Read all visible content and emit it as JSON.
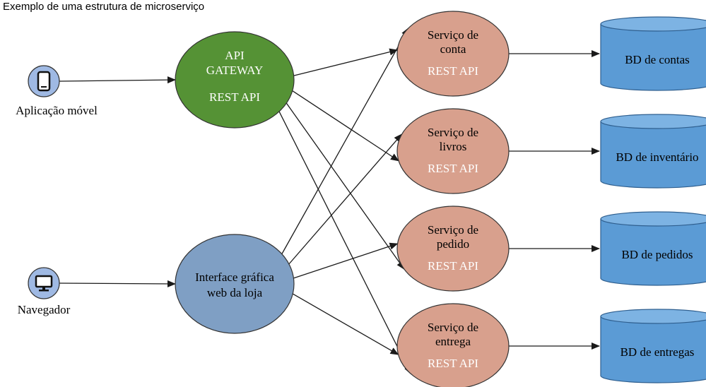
{
  "caption": "Exemplo de uma estrutura de microserviço",
  "colors": {
    "device": "#9fb9e3",
    "gateway": "#559235",
    "webui": "#7f9fc4",
    "service": "#d8a08d",
    "database": "#5b9bd5",
    "edge": "#1a1a1a"
  },
  "clients": [
    {
      "id": "mobile",
      "label": "Aplicação móvel",
      "icon": "mobile-phone-icon"
    },
    {
      "id": "browser",
      "label": "Navegador",
      "icon": "desktop-monitor-icon"
    }
  ],
  "hubs": [
    {
      "id": "gateway",
      "lines": [
        "API",
        "GATEWAY"
      ],
      "sub": "REST API"
    },
    {
      "id": "webui",
      "lines": [
        "Interface gráfica",
        "web da loja"
      ],
      "sub": ""
    }
  ],
  "services": [
    {
      "id": "conta",
      "lines": [
        "Serviço de",
        "conta"
      ],
      "sub": "REST API"
    },
    {
      "id": "livros",
      "lines": [
        "Serviço de",
        "livros"
      ],
      "sub": "REST API"
    },
    {
      "id": "pedido",
      "lines": [
        "Serviço de",
        "pedido"
      ],
      "sub": "REST API"
    },
    {
      "id": "entrega",
      "lines": [
        "Serviço de",
        "entrega"
      ],
      "sub": "REST API"
    }
  ],
  "databases": [
    {
      "id": "db-contas",
      "label": "BD de contas"
    },
    {
      "id": "db-inventario",
      "label": "BD de inventário"
    },
    {
      "id": "db-pedidos",
      "label": "BD de pedidos"
    },
    {
      "id": "db-entregas",
      "label": "BD de entregas"
    }
  ],
  "edges": [
    [
      "mobile",
      "gateway"
    ],
    [
      "browser",
      "webui"
    ],
    [
      "gateway",
      "conta"
    ],
    [
      "gateway",
      "livros"
    ],
    [
      "gateway",
      "pedido"
    ],
    [
      "gateway",
      "entrega"
    ],
    [
      "webui",
      "conta"
    ],
    [
      "webui",
      "livros"
    ],
    [
      "webui",
      "pedido"
    ],
    [
      "webui",
      "entrega"
    ],
    [
      "conta",
      "db-contas"
    ],
    [
      "livros",
      "db-inventario"
    ],
    [
      "pedido",
      "db-pedidos"
    ],
    [
      "entrega",
      "db-entregas"
    ]
  ]
}
